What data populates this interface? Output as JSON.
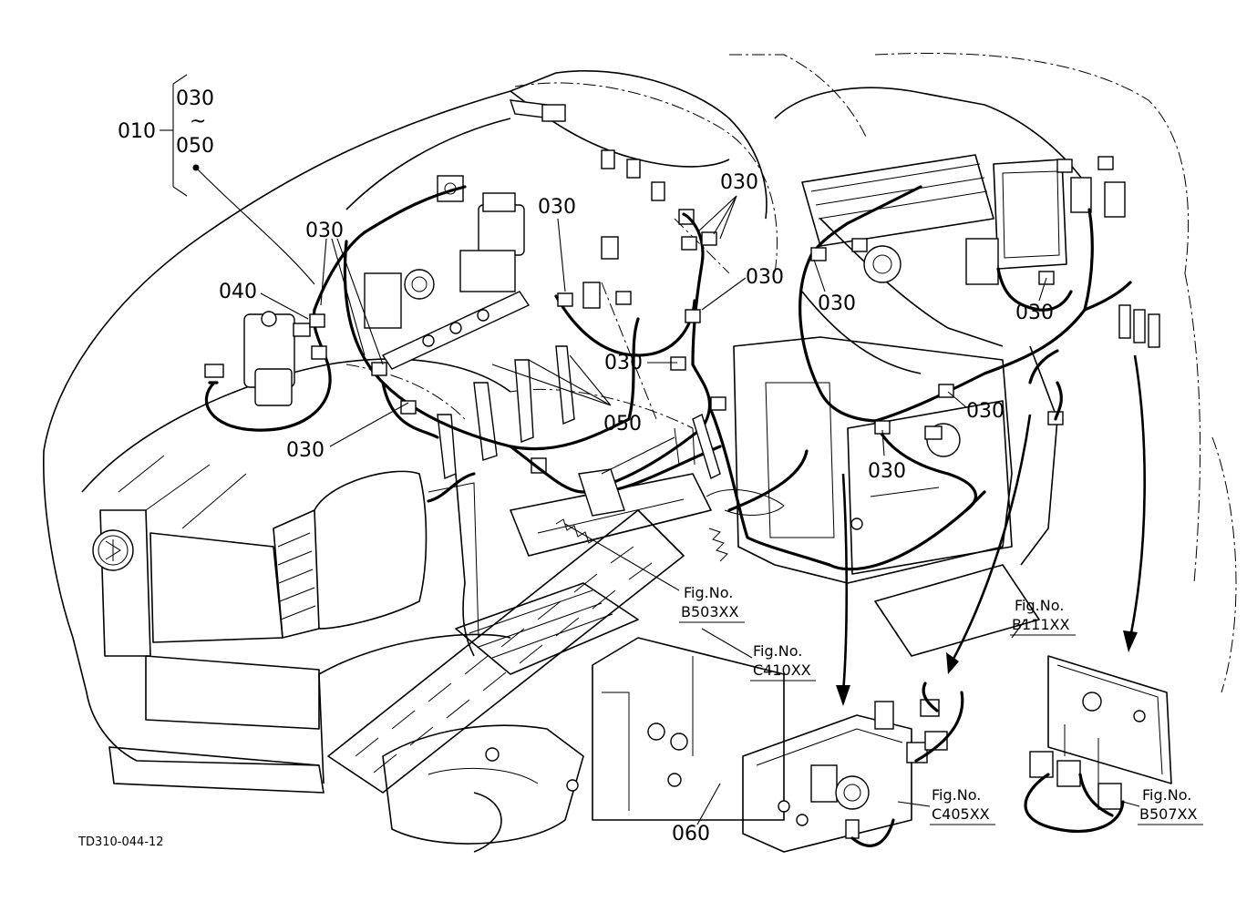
{
  "drawing_id": "TD310-044-12",
  "callouts": {
    "assembly_main": "010",
    "range_start": "030",
    "range_tilde": "~",
    "range_end": "050",
    "c030_a": "030",
    "c030_b": "030",
    "c030_c": "030",
    "c030_d": "030",
    "c030_e": "030",
    "c030_f": "030",
    "c030_g": "030",
    "c030_h": "030",
    "c030_i": "030",
    "c030_j": "030",
    "c040": "040",
    "c050": "050",
    "c060": "060"
  },
  "references": {
    "b503": {
      "label": "Fig.No.",
      "code": "B503XX"
    },
    "c410": {
      "label": "Fig.No.",
      "code": "C410XX"
    },
    "b111": {
      "label": "Fig.No.",
      "code": "B111XX"
    },
    "c405": {
      "label": "Fig.No.",
      "code": "C405XX"
    },
    "b507": {
      "label": "Fig.No.",
      "code": "B507XX"
    }
  },
  "icons": [
    "manufacturer-logo-icon"
  ]
}
